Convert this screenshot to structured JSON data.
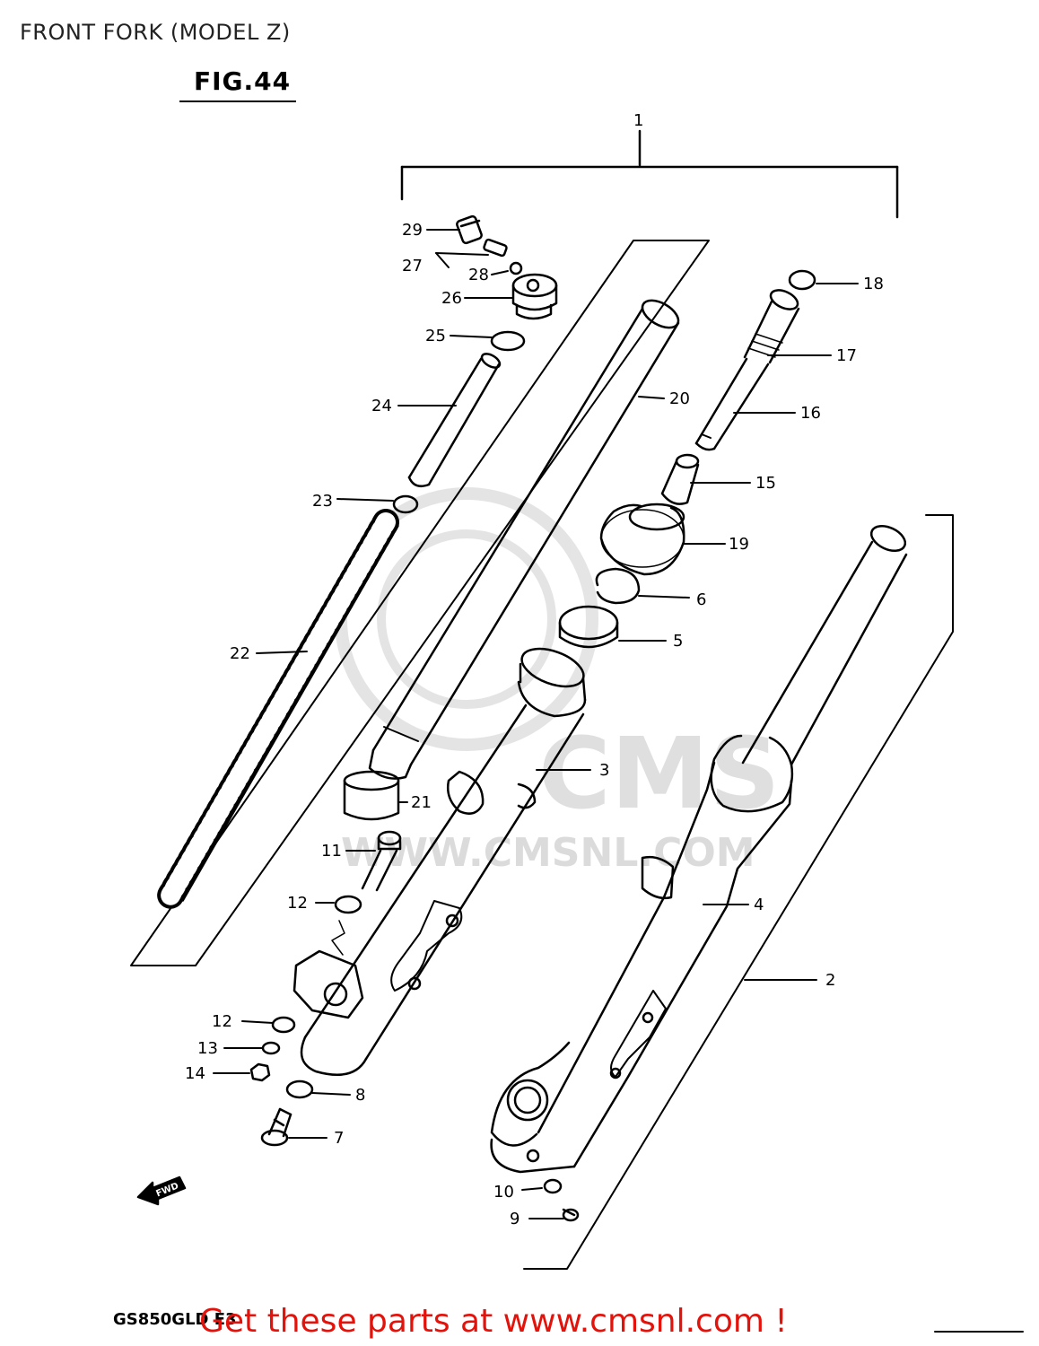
{
  "title": "FRONT FORK (MODEL Z)",
  "figure": "FIG.44",
  "model_code": "GS850GLD E3",
  "promo": "Get these parts at www.cmsnl.com !",
  "watermark": "WWW.CMSNL.COM",
  "direction_tag": "FWD",
  "callouts": {
    "c1": "1",
    "c2": "2",
    "c3": "3",
    "c4": "4",
    "c5": "5",
    "c6": "6",
    "c7": "7",
    "c8": "8",
    "c9": "9",
    "c10": "10",
    "c11": "11",
    "c12a": "12",
    "c12b": "12",
    "c13": "13",
    "c14": "14",
    "c15": "15",
    "c16": "16",
    "c17": "17",
    "c18": "18",
    "c19": "19",
    "c20": "20",
    "c21": "21",
    "c22": "22",
    "c23": "23",
    "c24": "24",
    "c25": "25",
    "c26": "26",
    "c27": "27",
    "c28": "28",
    "c29": "29"
  },
  "colors": {
    "ink": "#000000",
    "promo": "#e3120b",
    "watermark": "#d8d8d8"
  }
}
